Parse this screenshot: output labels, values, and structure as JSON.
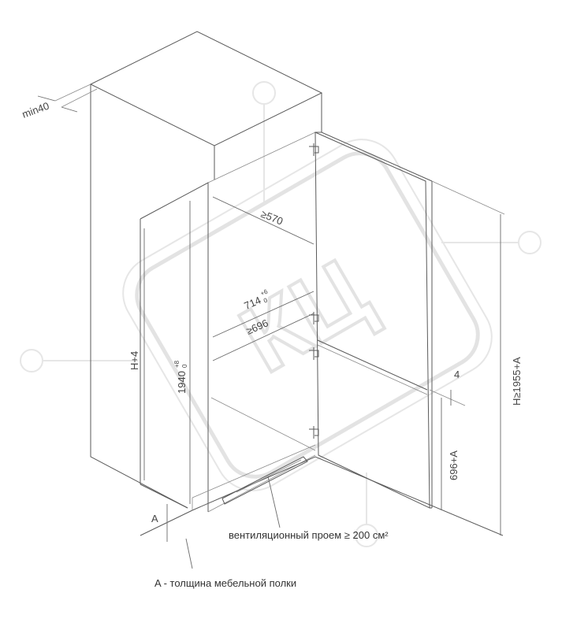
{
  "watermark": {
    "text": "КЦ"
  },
  "labels": {
    "min_gap": "min40",
    "depth": "≥570",
    "height_door": "H+4",
    "height_niche": "1940",
    "height_niche_tol_top": "+8",
    "height_niche_tol_bottom": "0",
    "width_niche": "714",
    "width_niche_tol_top": "+6",
    "width_niche_tol_bottom": "0",
    "width_min": "≥696",
    "gap_4": "4",
    "height_lower": "696+A",
    "height_total": "H≥1955+A",
    "shelf_a": "A"
  },
  "captions": {
    "ventilation": "вентиляционный проем ≥ 200 см²",
    "shelf_note": "A - толщина мебельной полки"
  }
}
